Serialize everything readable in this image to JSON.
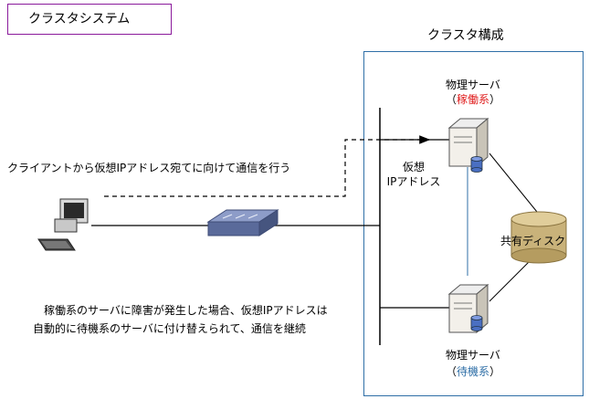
{
  "title": "クラスタシステム",
  "cluster": {
    "heading": "クラスタ構成",
    "active_server": {
      "label": "物理サーバ",
      "role_open": "（",
      "role": "稼働系",
      "role_close": "）",
      "role_color": "#e02020"
    },
    "standby_server": {
      "label": "物理サーバ",
      "role_open": "（",
      "role": "待機系",
      "role_close": "）",
      "role_color": "#2f6fa7"
    },
    "virtual_ip_line1": "仮想",
    "virtual_ip_line2": "IPアドレス",
    "shared_disk": "共有ディスク"
  },
  "notes": {
    "client_comm": "クライアントから仮想IPアドレス宛てに向けて通信を行う",
    "failover_line1": "稼働系のサーバに障害が発生した場合、仮想IPアドレスは",
    "failover_line2": "自動的に待機系のサーバに付け替えられて、通信を継続"
  },
  "colors": {
    "frame": "#2f6fa7",
    "title_border": "#8a1a9b",
    "disk": "#c9b27a",
    "switch": "#5a6a9a"
  }
}
